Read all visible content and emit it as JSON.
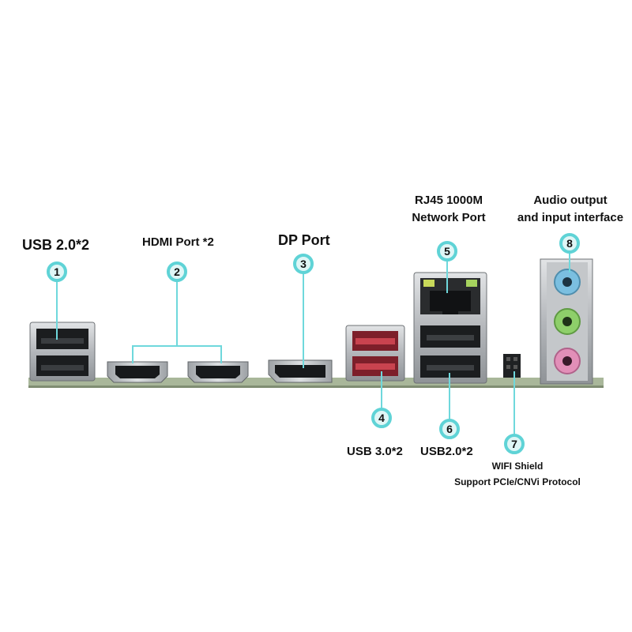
{
  "labels": {
    "usb20_left": "USB 2.0*2",
    "hdmi": "HDMI Port *2",
    "dp": "DP Port",
    "rj45_line1": "RJ45 1000M",
    "rj45_line2": "Network Port",
    "audio_line1": "Audio output",
    "audio_line2": "and input interface",
    "usb30": "USB 3.0*2",
    "usb20_right": "USB2.0*2",
    "wifi_line1": "WIFI Shield",
    "wifi_line2": "Support PCIe/CNVi Protocol"
  },
  "markers": [
    "1",
    "2",
    "3",
    "4",
    "5",
    "6",
    "7",
    "8"
  ],
  "colors": {
    "marker_ring": "#5fd3d6",
    "marker_fill": "#dff6f6",
    "leader_line": "#6fd8dc",
    "pcb": "#a9b79a",
    "usb3_red": "#b63a45",
    "jack_blue": "#7bbfe0",
    "jack_green": "#8ecf6a",
    "jack_pink": "#e28fb8",
    "metal": "#b9bcc0"
  }
}
